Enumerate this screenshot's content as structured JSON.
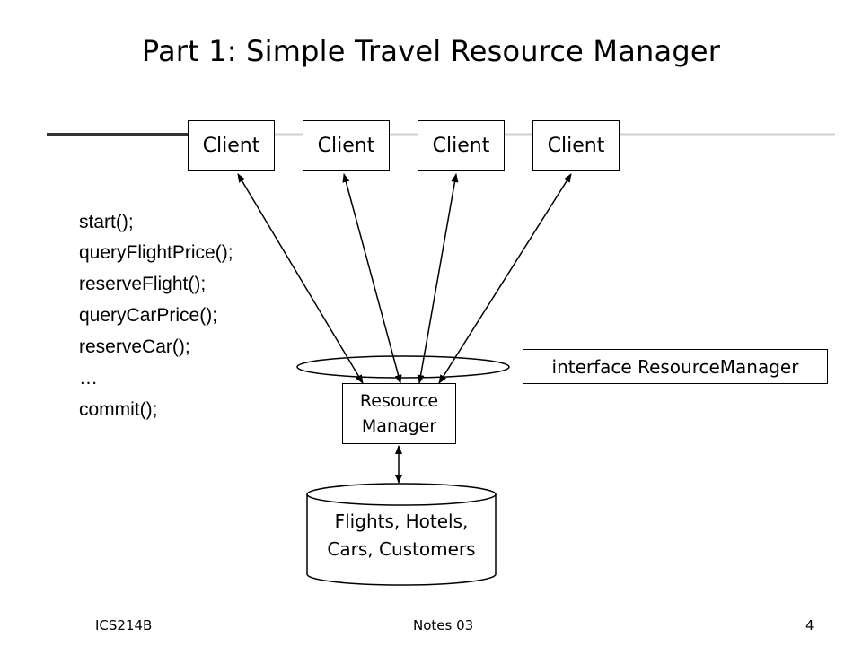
{
  "title": "Part 1: Simple Travel Resource Manager",
  "clients": [
    {
      "label": "Client"
    },
    {
      "label": "Client"
    },
    {
      "label": "Client"
    },
    {
      "label": "Client"
    }
  ],
  "methods": [
    "start();",
    "queryFlightPrice();",
    "reserveFlight();",
    "queryCarPrice();",
    "reserveCar();",
    "…",
    "commit();"
  ],
  "interface_label": "interface ResourceManager",
  "resource_manager": {
    "line1": "Resource",
    "line2": "Manager"
  },
  "database": {
    "line1": "Flights, Hotels,",
    "line2": "Cars, Customers"
  },
  "footer": {
    "left": "ICS214B",
    "center": "Notes 03",
    "right": "4"
  },
  "colors": {
    "rule_dark": "#333333",
    "rule_light": "#d0d0d0",
    "stroke": "#000000"
  }
}
